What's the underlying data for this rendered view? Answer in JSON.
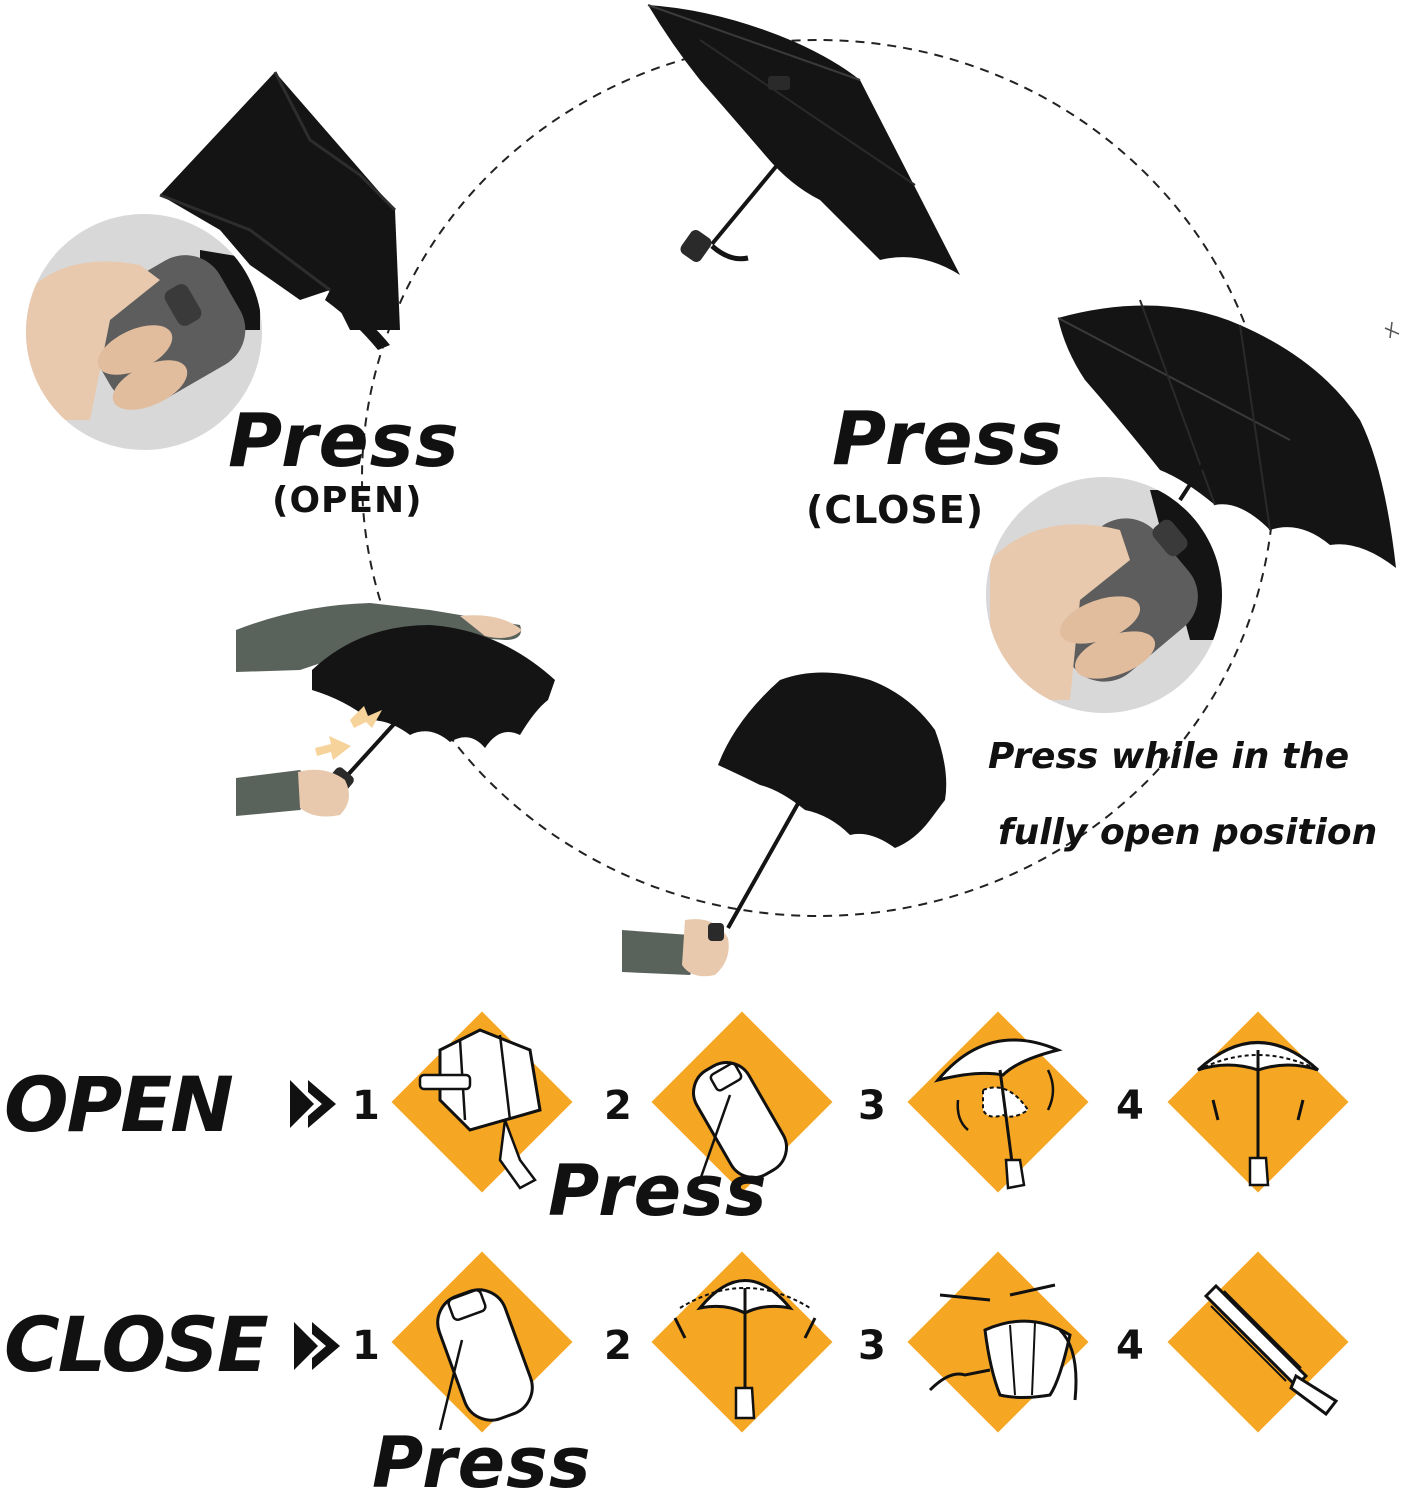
{
  "colors": {
    "accent": "#F5A623",
    "ink": "#111111",
    "umbrella": "#141414",
    "sleeve": "#5a625c",
    "skin": "#e8c9ad",
    "grip": "#5d5d5d",
    "arrow": "#f6d39a"
  },
  "top": {
    "press_open": "Press",
    "open_paren": "(OPEN)",
    "press_close": "Press",
    "close_paren": "(CLOSE)",
    "note_line1": "Press while in the",
    "note_line2": "fully open position"
  },
  "open_row": {
    "label": "OPEN",
    "steps": [
      "1",
      "2",
      "3",
      "4"
    ],
    "press_label": "Press"
  },
  "close_row": {
    "label": "CLOSE",
    "steps": [
      "1",
      "2",
      "3",
      "4"
    ],
    "press_label": "Press"
  }
}
